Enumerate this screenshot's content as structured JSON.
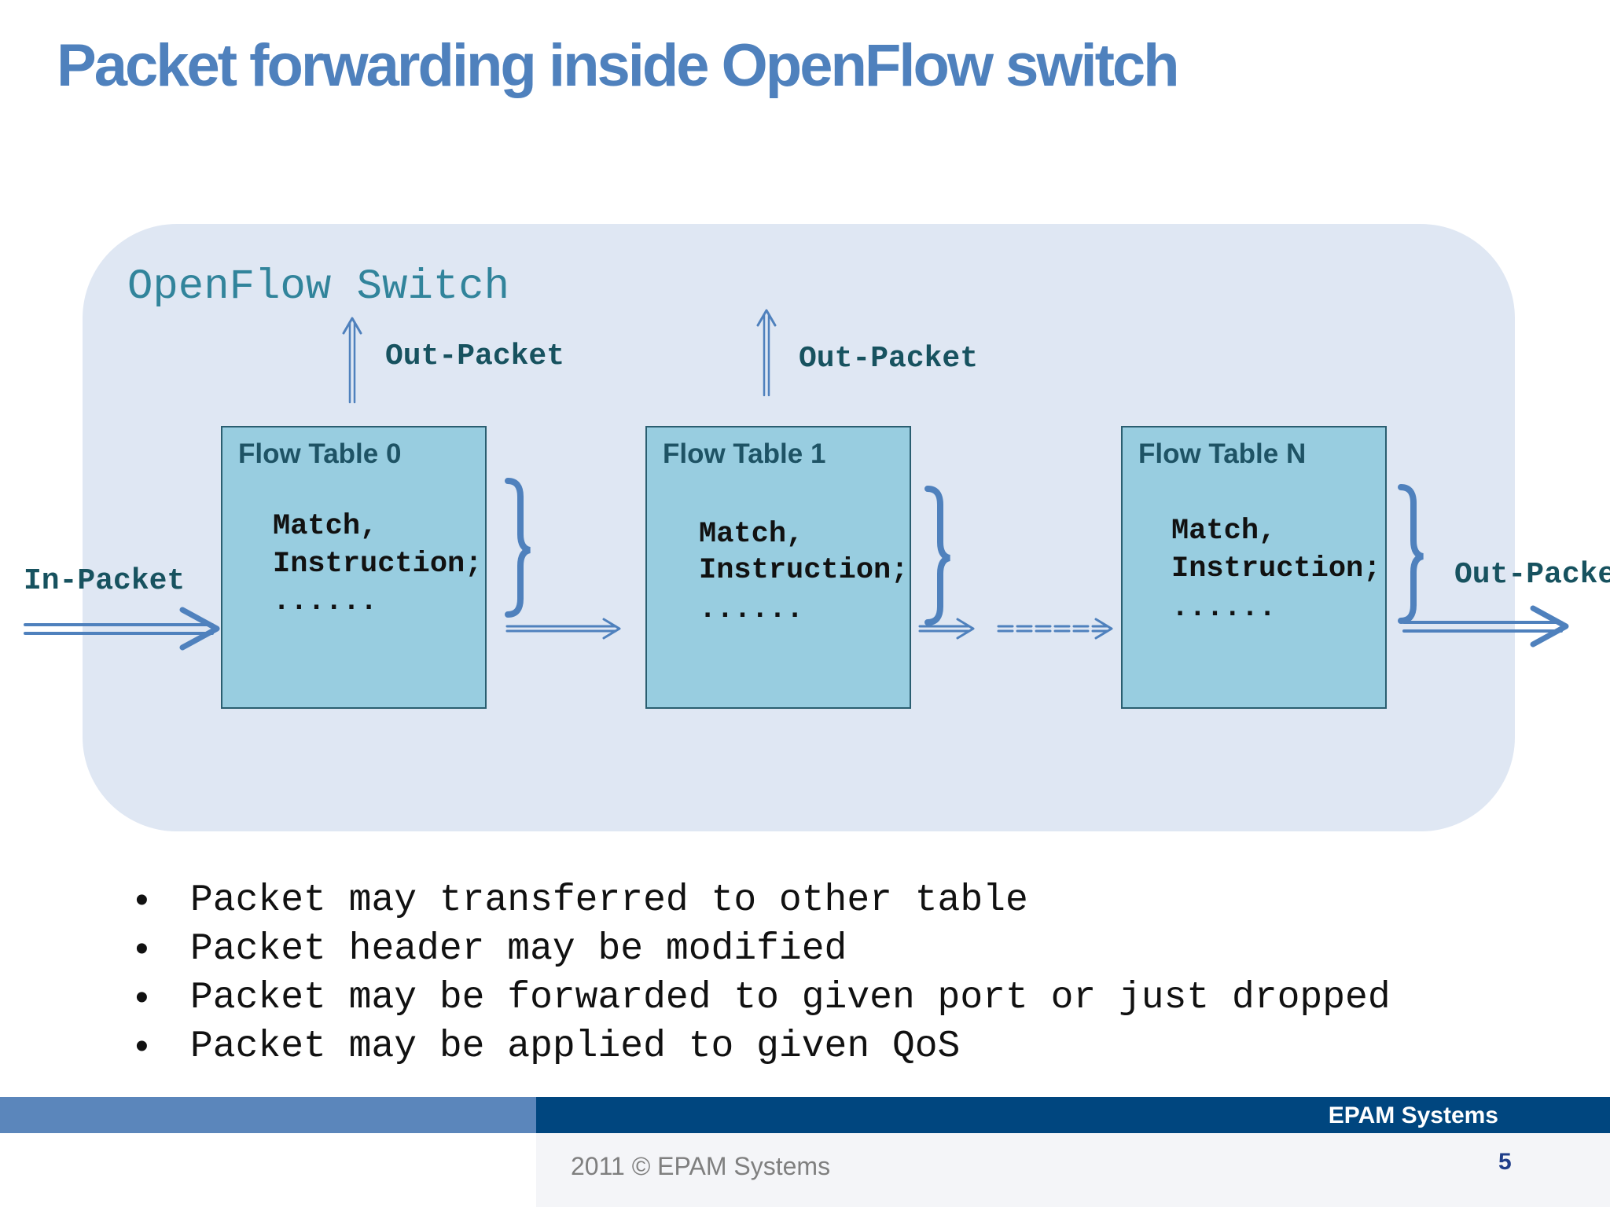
{
  "slide": {
    "title": "Packet forwarding inside OpenFlow switch",
    "switch_label": "OpenFlow Switch",
    "in_packet": "In-Packet",
    "out_packet_0": "Out-Packet",
    "out_packet_1": "Out-Packet",
    "out_packet_final": "Out-Packe",
    "tables": [
      {
        "title": "Flow Table 0",
        "line1": "Match,",
        "line2": "Instruction;",
        "line3": "......"
      },
      {
        "title": "Flow Table 1",
        "line1": "Match,",
        "line2": "Instruction;",
        "line3": "......"
      },
      {
        "title": "Flow Table N",
        "line1": "Match,",
        "line2": "Instruction;",
        "line3": "......"
      }
    ],
    "bullets": [
      "Packet may transferred to other table",
      "Packet header may be modified",
      "Packet may be forwarded to given port or just dropped",
      "Packet may be applied to given QoS"
    ],
    "bullet_char": "•"
  },
  "footer": {
    "brand": "EPAM Systems",
    "copyright": "2011 © EPAM Systems",
    "page": "5"
  },
  "colors": {
    "title": "#4f81bd",
    "switch_bg": "#dfe7f3",
    "table_fill": "#98cde0",
    "arrow": "#4f81bd",
    "footer_dark": "#00467f",
    "footer_light": "#5b86bb"
  }
}
